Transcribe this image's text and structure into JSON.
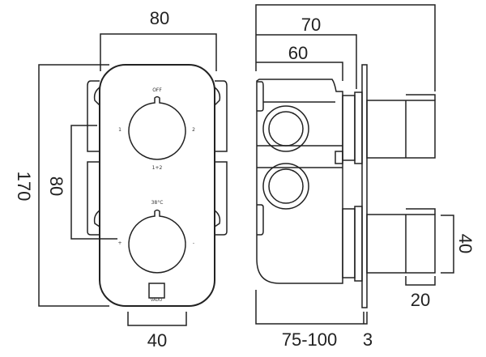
{
  "front_view": {
    "labels": {
      "off": "OFF",
      "one": "1",
      "two": "2",
      "both": "1+2",
      "temp": "38°C",
      "plus": "+",
      "minus": "-"
    },
    "logo": "VADO"
  },
  "dimensions": {
    "width": "80",
    "height": "170",
    "knob_spacing": "80",
    "bottom_width": "40",
    "depth_total": "70",
    "depth_body": "60",
    "wall_range": "75-100",
    "plate": "3",
    "handle_depth": "20",
    "handle_height": "40"
  }
}
